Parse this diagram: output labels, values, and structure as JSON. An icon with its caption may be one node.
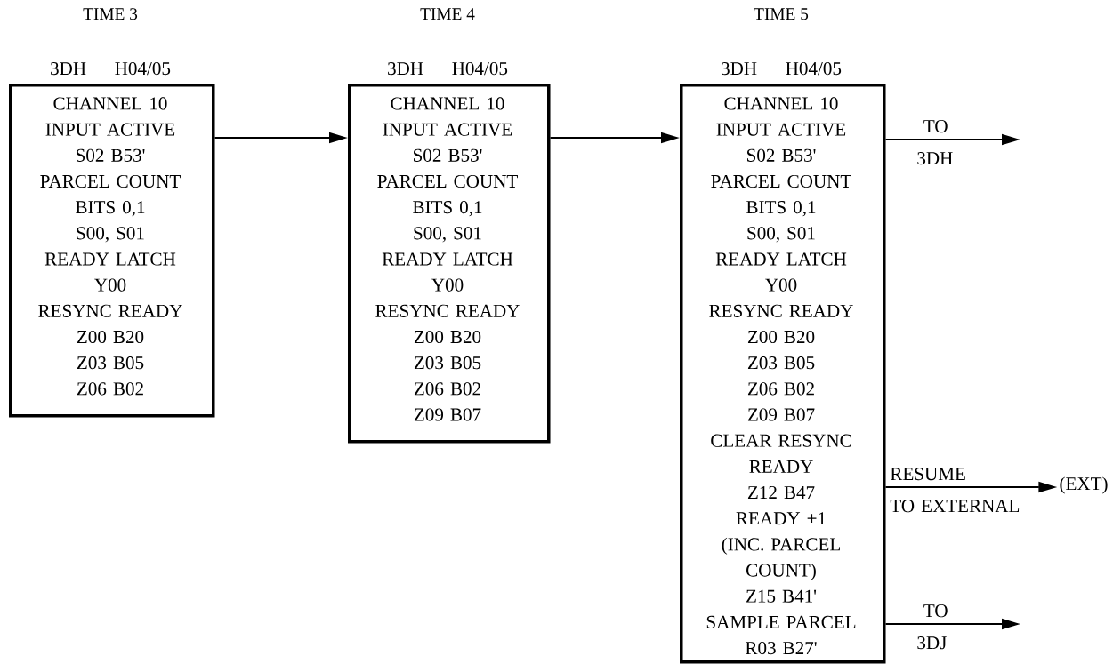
{
  "diagram": {
    "nodes": [
      {
        "text": [
          "3DH H04/05",
          "CHANNEL 10",
          "INPUT ACTIVE",
          "S02 B53'",
          "PARCEL COUNT",
          "BITS 0,1",
          "S00, S01",
          "READY LATCH",
          "Y00",
          "RESYNC READY",
          "Z00 B20",
          "Z03 B05",
          "Z06 B02"
        ],
        "beside": [
          "TIME 3"
        ]
      },
      {
        "text": [
          "3DH H04/05",
          "CHANNEL 10",
          "INPUT ACTIVE",
          "S02 B53'",
          "PARCEL COUNT",
          "BITS 0,1",
          "S00, S01",
          "READY LATCH",
          "Y00",
          "RESYNC READY",
          "Z00 B20",
          "Z03 B05",
          "Z06 B02",
          "Z09 B07"
        ],
        "beside": [
          "TIME 4"
        ]
      },
      {
        "text": [
          "3DH H04/05",
          "CHANNEL 10",
          "INPUT ACTIVE",
          "S02 B53'",
          "PARCEL COUNT",
          "BITS 0,1",
          "S00, S01",
          "READY LATCH",
          "Y00",
          "RESYNC READY",
          "Z00 B20",
          "Z03 B05",
          "Z06 B02",
          "Z09 B07",
          "CLEAR RESYNC READY",
          "Z12 B47",
          "READY +1",
          "(INC. PARCEL COUNT)",
          "Z15 B41'",
          "SAMPLE PARCEL",
          "R03 B27'"
        ],
        "beside": [
          "TIME 5"
        ]
      },
      {
        "text": [
          "(EXT)"
        ]
      }
    ],
    "edges": [
      {
        "from": 0,
        "to": 1,
        "arrow": "to"
      },
      {
        "from": 1,
        "to": 2,
        "arrow": "to"
      },
      {
        "from": 2,
        "to": null,
        "arrow": "to",
        "label": "TO 3DH"
      },
      {
        "from": 2,
        "to": 3,
        "arrow": "to",
        "label": "RESUME TO EXTERNAL"
      },
      {
        "from": 2,
        "to": null,
        "arrow": "to",
        "label": "TO 3DJ"
      }
    ]
  }
}
